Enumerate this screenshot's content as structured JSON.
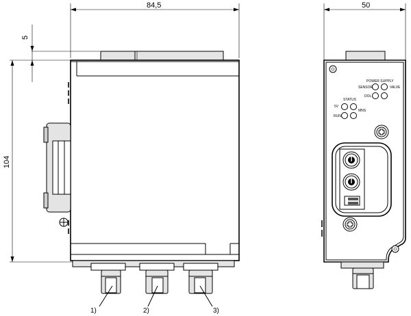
{
  "dimensions": {
    "side_width": "84,5",
    "front_width": "50",
    "top_offset": "5",
    "height": "104"
  },
  "led_labels": {
    "power_supply": "POWER SUPPLY",
    "sensor": "SENSOR",
    "valve": "VALVE",
    "dol": "DOL",
    "status": "STATUS",
    "five_v": "5V",
    "mns": "MNS",
    "run": "RUN"
  },
  "callouts": [
    "1)",
    "2)",
    "3)"
  ]
}
